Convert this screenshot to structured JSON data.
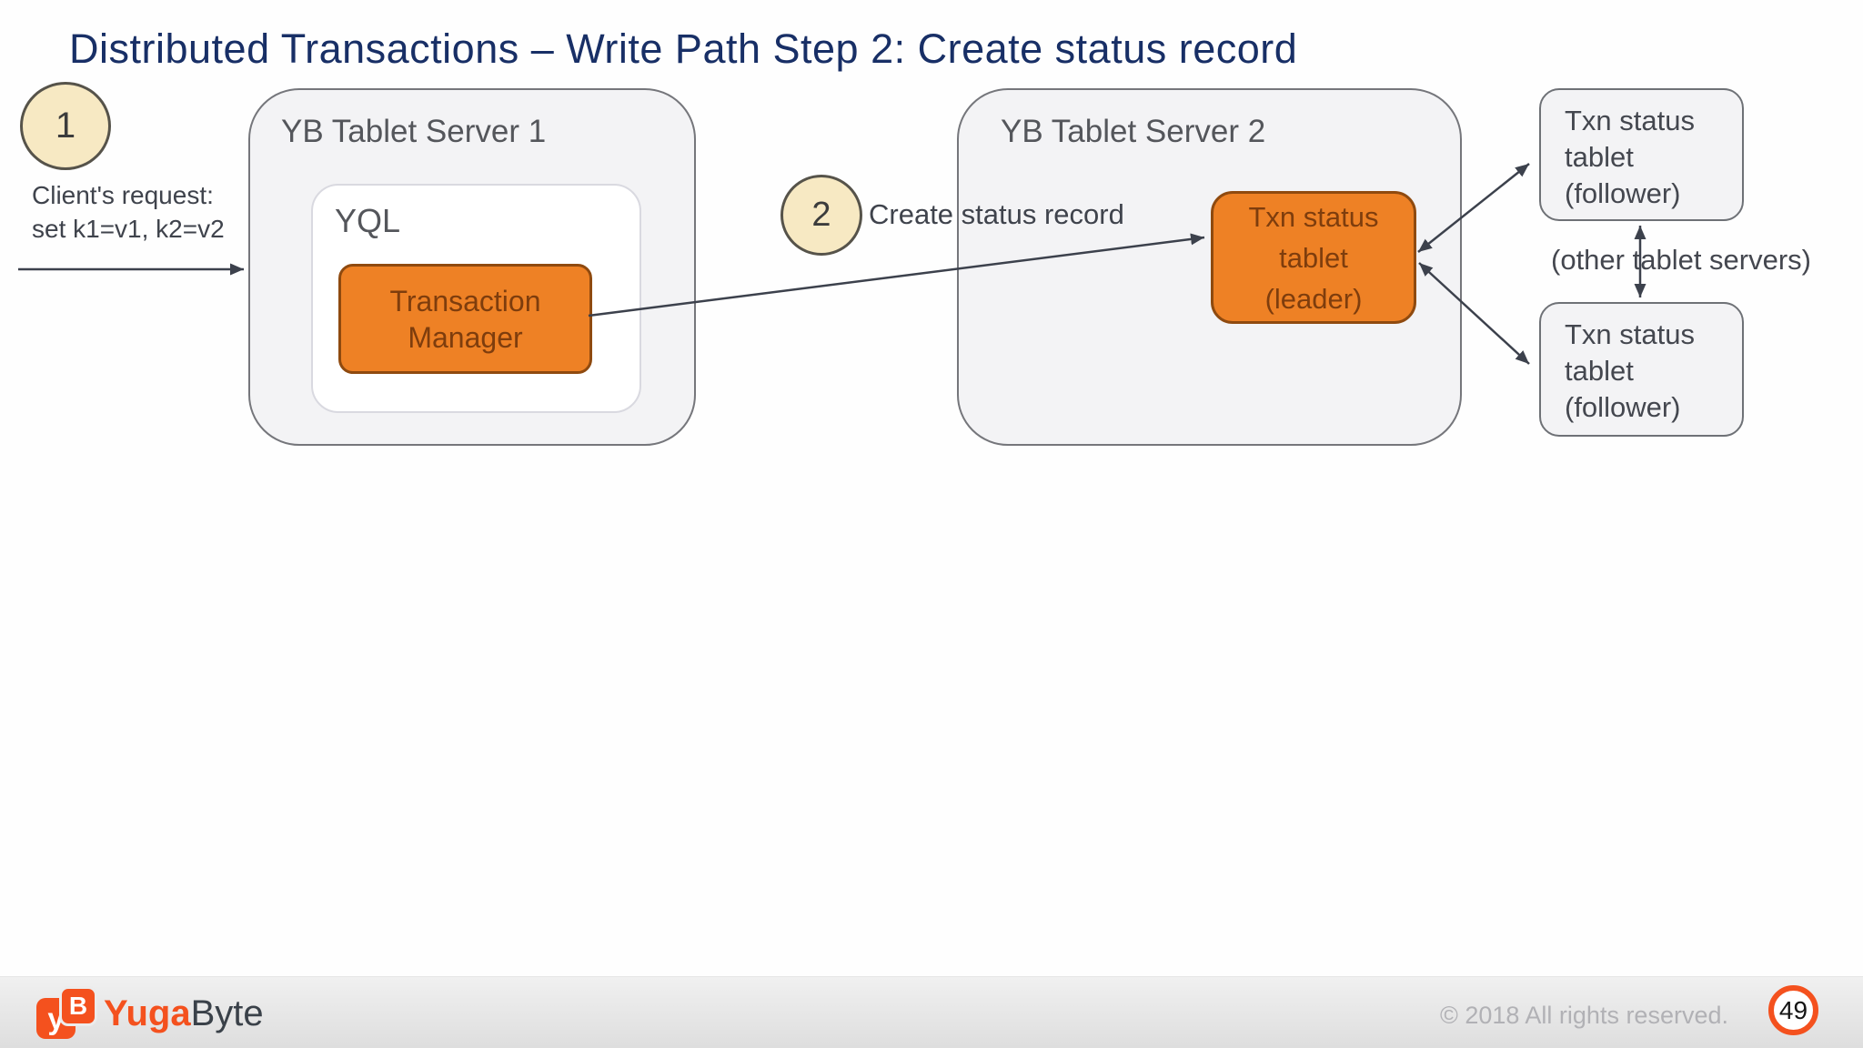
{
  "slide": {
    "title": "Distributed Transactions – Write Path Step 2: Create status record",
    "page_number": "49",
    "copyright": "© 2018 All rights reserved."
  },
  "diagram": {
    "step1": {
      "number": "1",
      "label": "Client's request:\nset k1=v1, k2=v2"
    },
    "step2": {
      "number": "2",
      "label": "Create status record"
    },
    "server1": {
      "title": "YB Tablet Server 1",
      "yql_label": "YQL",
      "transaction_manager_label": "Transaction\nManager"
    },
    "server2": {
      "title": "YB Tablet Server 2",
      "txn_leader_label": "Txn status\ntablet\n(leader)"
    },
    "txn_follower_top_label": "Txn status\ntablet\n(follower)",
    "txn_follower_bottom_label": "Txn status\ntablet\n(follower)",
    "other_tablet_servers_label": "(other tablet servers)"
  },
  "footer": {
    "logo": {
      "icon_y": "y",
      "icon_b": "B",
      "yuga": "Yuga",
      "byte": "Byte"
    }
  },
  "colors": {
    "title_navy": "#182F66",
    "server_box_fill": "#F3F3F5",
    "server_box_border": "#75767B",
    "orange_fill": "#EE8125",
    "orange_border": "#8F4A0F",
    "orange_text": "#7E3D0D",
    "step_circle_fill": "#F7E9C3",
    "step_circle_border": "#56534A",
    "arrow_color": "#3C414C",
    "diagram_text_gray": "#3F434C",
    "logo_orange": "#F4511E",
    "logo_byte_gray": "#3A4149",
    "footer_copyright_gray": "#B1B1B5"
  }
}
